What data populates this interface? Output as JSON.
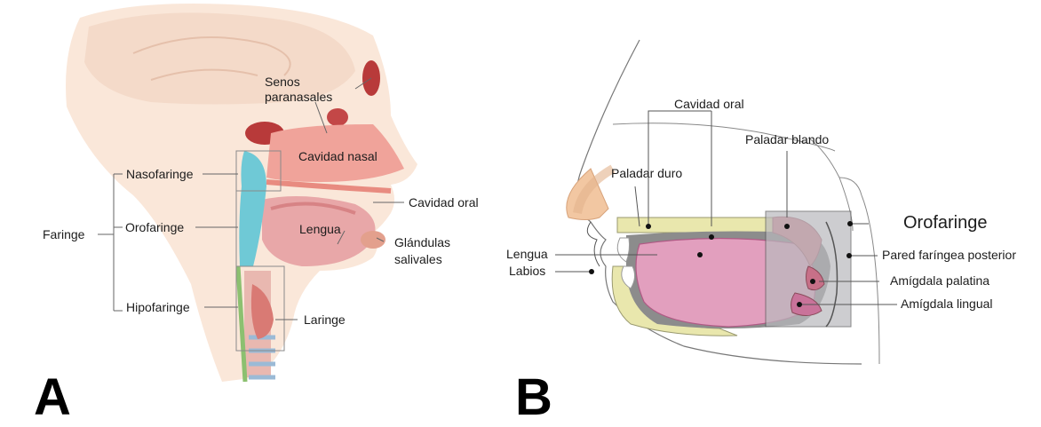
{
  "panel_a": {
    "letter": "A",
    "labels": {
      "senos": "Senos",
      "paranasales": "paranasales",
      "cavidad_nasal": "Cavidad nasal",
      "nasofaringe": "Nasofaringe",
      "cavidad_oral": "Cavidad oral",
      "faringe": "Faringe",
      "orofaringe": "Orofaringe",
      "lengua": "Lengua",
      "glandulas": "Glándulas",
      "salivales": "salivales",
      "hipofaringe": "Hipofaringe",
      "laringe": "Laringe"
    }
  },
  "panel_b": {
    "letter": "B",
    "labels": {
      "cavidad_oral": "Cavidad oral",
      "paladar_blando": "Paladar blando",
      "paladar_duro": "Paladar duro",
      "orofaringe": "Orofaringe",
      "lengua": "Lengua",
      "labios": "Labios",
      "pared": "Pared faríngea posterior",
      "amigdala_palatina": "Amígdala palatina",
      "amigdala_lingual": "Amígdala lingual"
    }
  },
  "colors": {
    "skin": "#f7dcc4",
    "nasal_cavity": "#f1a9a0",
    "tongue": "#d9849a",
    "pharynx_blue": "#6fc9d6",
    "hard_palate": "#e9e8b0",
    "gray_box": "#cfcfd2"
  }
}
